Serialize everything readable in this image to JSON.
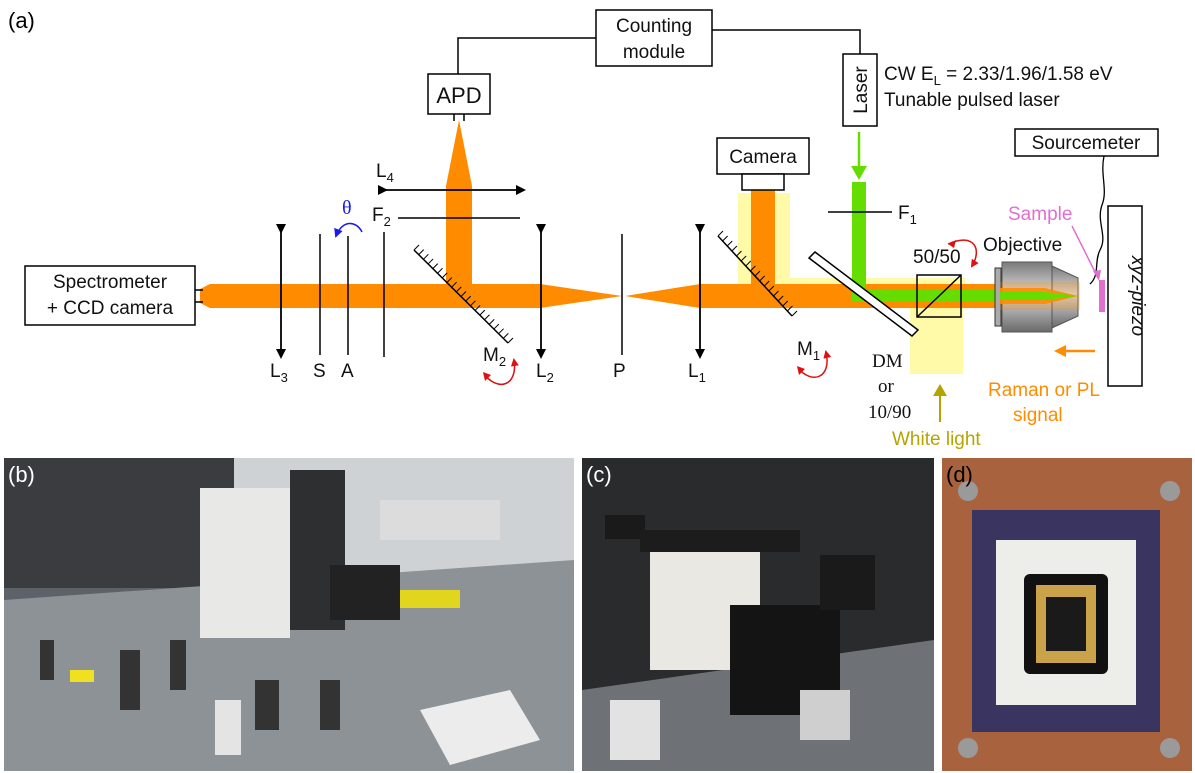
{
  "panels": {
    "a": "(a)",
    "b": "(b)",
    "c": "(c)",
    "d": "(d)"
  },
  "boxes": {
    "counting_module": [
      "Counting",
      "module"
    ],
    "apd": "APD",
    "laser": "Laser",
    "camera": "Camera",
    "sourcemeter": "Sourcemeter",
    "spectrometer": [
      "Spectrometer",
      "+ CCD camera"
    ],
    "piezo": "xyz-piezo"
  },
  "laser_info": {
    "cw_prefix": "CW E",
    "cw_sub": "L",
    "cw_suffix": " = 2.33/1.96/1.58 eV",
    "pulsed": "Tunable pulsed laser"
  },
  "components": {
    "L1": {
      "main": "L",
      "sub": "1"
    },
    "L2": {
      "main": "L",
      "sub": "2"
    },
    "L3": {
      "main": "L",
      "sub": "3"
    },
    "L4": {
      "main": "L",
      "sub": "4"
    },
    "F1": {
      "main": "F",
      "sub": "1"
    },
    "F2": {
      "main": "F",
      "sub": "2"
    },
    "M1": {
      "main": "M",
      "sub": "1"
    },
    "M2": {
      "main": "M",
      "sub": "2"
    },
    "S": "S",
    "A": "A",
    "P": "P",
    "theta": "θ",
    "splitter": "50/50",
    "objective": "Objective",
    "sample": "Sample",
    "dm": [
      "DM",
      "or",
      "10/90"
    ]
  },
  "annotations": {
    "white_light": "White light",
    "signal": [
      "Raman or PL",
      "signal"
    ]
  },
  "colors": {
    "beam_orange": "#ff8c00",
    "white_light": "#fffaa8",
    "laser_green": "#66dd00",
    "theta_blue": "#1a1aee",
    "sample_pink": "#e070d0",
    "rotate_red": "#dd1111",
    "white_light_arrow": "#b3a400"
  }
}
